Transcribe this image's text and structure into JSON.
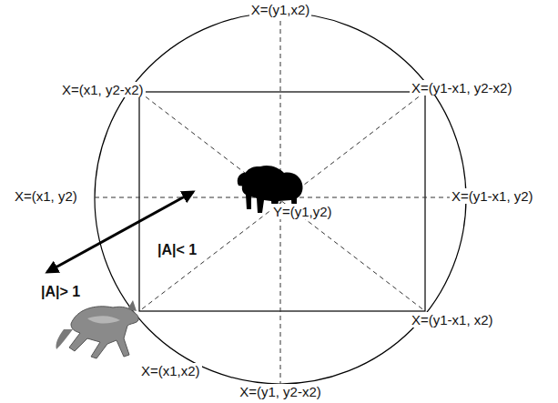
{
  "diagram": {
    "labels": [
      "X=(y1,x2)",
      "X=(x1, y2-x2)",
      "X=(y1-x1, y2-x2)",
      "X=(x1, y2)",
      "X=(y1-x1, y2)",
      "Y=(y1,y2)",
      "|A|< 1",
      "|A|> 1",
      "X=(y1-x1, x2)",
      "X=(x1,x2)",
      "X=(y1, y2-x2)"
    ]
  }
}
